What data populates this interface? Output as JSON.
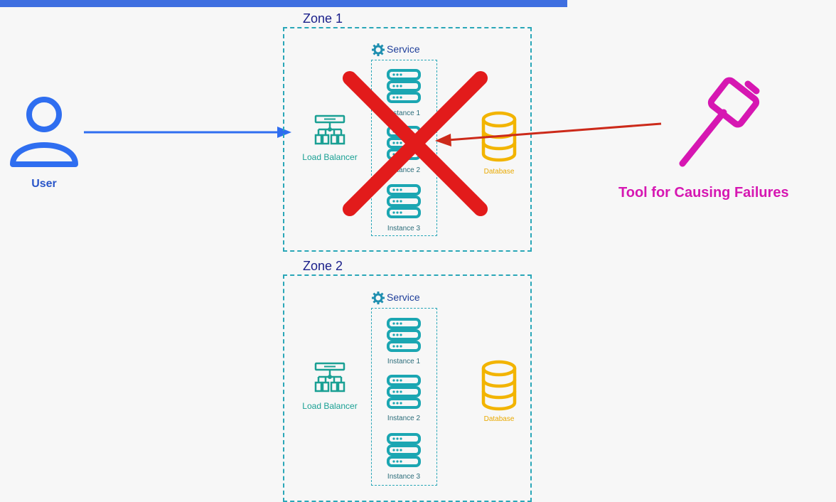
{
  "header": {
    "title_fragment": ""
  },
  "user": {
    "label": "User",
    "icon": "user-icon"
  },
  "zones": [
    {
      "label": "Zone 1",
      "service_label": "Service",
      "load_balancer_label": "Load Balancer",
      "database_label": "Database",
      "instances": [
        "Instance 1",
        "Instance 2",
        "Instance 3"
      ],
      "failed": true
    },
    {
      "label": "Zone 2",
      "service_label": "Service",
      "load_balancer_label": "Load Balancer",
      "database_label": "Database",
      "instances": [
        "Instance 1",
        "Instance 2",
        "Instance 3"
      ],
      "failed": false
    }
  ],
  "tool": {
    "label": "Tool for Causing Failures",
    "icon": "hammer-icon"
  },
  "colors": {
    "accent_blue": "#2f6ef0",
    "teal": "#1ba6b2",
    "db_yellow": "#f2b400",
    "failure_red": "#e21b1b",
    "tool_magenta": "#d617b2",
    "arrow_red": "#cc2a1a"
  }
}
